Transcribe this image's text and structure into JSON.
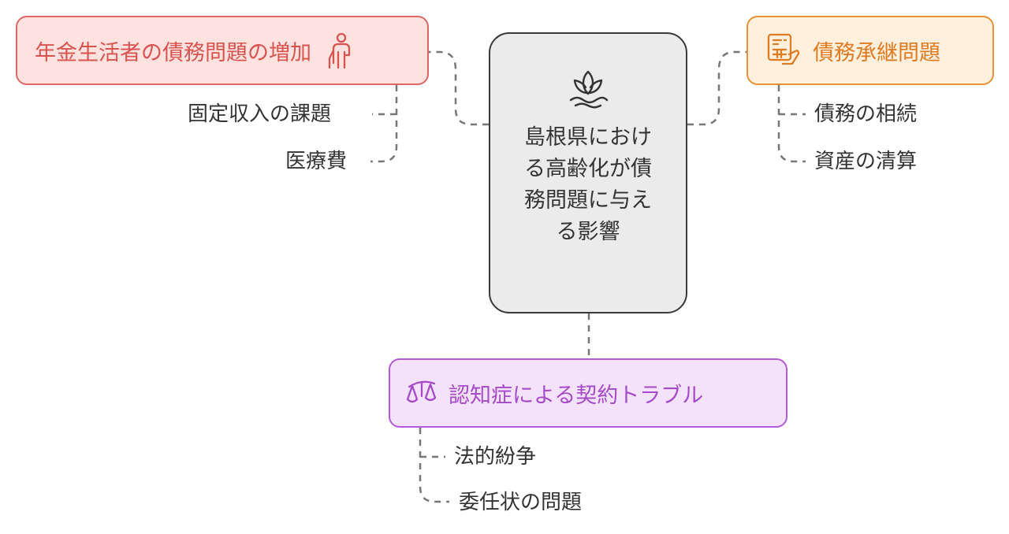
{
  "center": {
    "title": "島根県における高齢化が債務問題に与える影響",
    "icon": "lotus-icon"
  },
  "pension": {
    "title": "年金生活者の債務問題の増加",
    "icon": "elderly-person-icon",
    "color": "#e06666",
    "items": [
      "固定収入の課題",
      "医療費"
    ]
  },
  "inheritance": {
    "title": "債務承継問題",
    "icon": "document-hand-icon",
    "color": "#e69138",
    "items": [
      "債務の相続",
      "資産の清算"
    ]
  },
  "dementia": {
    "title": "認知症による契約トラブル",
    "icon": "scale-icon",
    "color": "#b45ad8",
    "items": [
      "法的紛争",
      "委任状の問題"
    ]
  }
}
